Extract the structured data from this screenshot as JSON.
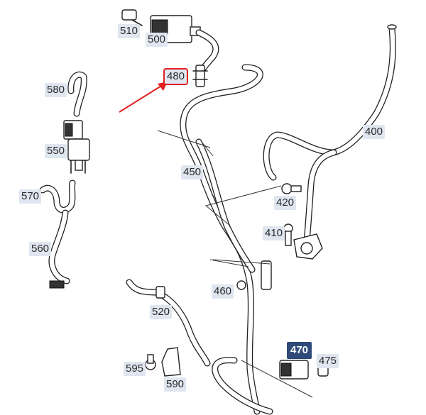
{
  "parts": [
    {
      "id": "p510",
      "label": "510",
      "highlight": "none"
    },
    {
      "id": "p500",
      "label": "500",
      "highlight": "none"
    },
    {
      "id": "p480",
      "label": "480",
      "highlight": "red-box"
    },
    {
      "id": "p580",
      "label": "580",
      "highlight": "none"
    },
    {
      "id": "p550",
      "label": "550",
      "highlight": "none"
    },
    {
      "id": "p570",
      "label": "570",
      "highlight": "none"
    },
    {
      "id": "p560",
      "label": "560",
      "highlight": "none"
    },
    {
      "id": "p450",
      "label": "450",
      "highlight": "none"
    },
    {
      "id": "p400",
      "label": "400",
      "highlight": "none"
    },
    {
      "id": "p420",
      "label": "420",
      "highlight": "none"
    },
    {
      "id": "p410",
      "label": "410",
      "highlight": "none"
    },
    {
      "id": "p460",
      "label": "460",
      "highlight": "none"
    },
    {
      "id": "p520",
      "label": "520",
      "highlight": "none"
    },
    {
      "id": "p470",
      "label": "470",
      "highlight": "dark"
    },
    {
      "id": "p475",
      "label": "475",
      "highlight": "none"
    },
    {
      "id": "p595",
      "label": "595",
      "highlight": "none"
    },
    {
      "id": "p590",
      "label": "590",
      "highlight": "none"
    }
  ],
  "colors": {
    "label_bg": "#dfe6f0",
    "highlight_dark": "#2f4a78",
    "arrow": "#e02020"
  },
  "pointer": {
    "target": "p480",
    "icon": "red-arrow-icon"
  }
}
